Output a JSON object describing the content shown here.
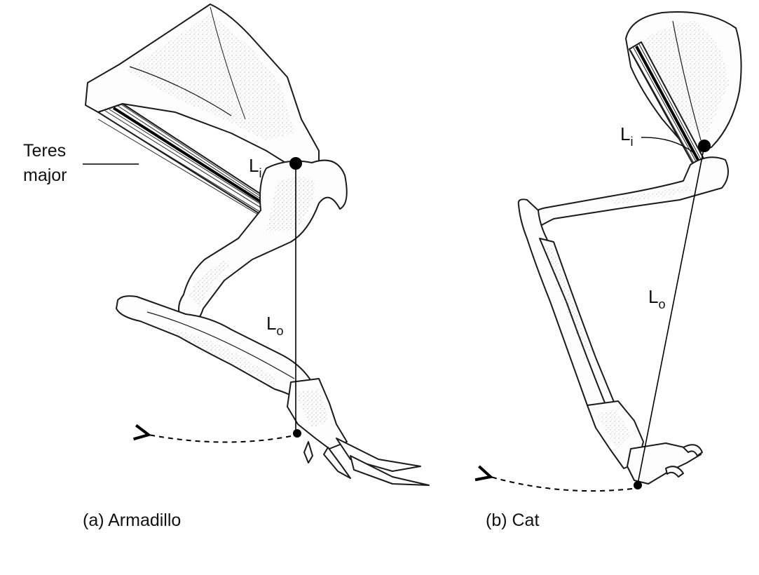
{
  "panels": [
    {
      "id": "armadillo",
      "caption": "(a) Armadillo",
      "muscle_label_line1": "Teres",
      "muscle_label_line2": "major",
      "in_lever": {
        "main": "L",
        "sub": "i"
      },
      "out_lever": {
        "main": "L",
        "sub": "o"
      }
    },
    {
      "id": "cat",
      "caption": "(b) Cat",
      "in_lever": {
        "main": "L",
        "sub": "i"
      },
      "out_lever": {
        "main": "L",
        "sub": "o"
      }
    }
  ],
  "colors": {
    "ink": "#111111",
    "paper": "#ffffff"
  },
  "icons": [
    "pivot-dot",
    "dashed-arc-arrow"
  ]
}
